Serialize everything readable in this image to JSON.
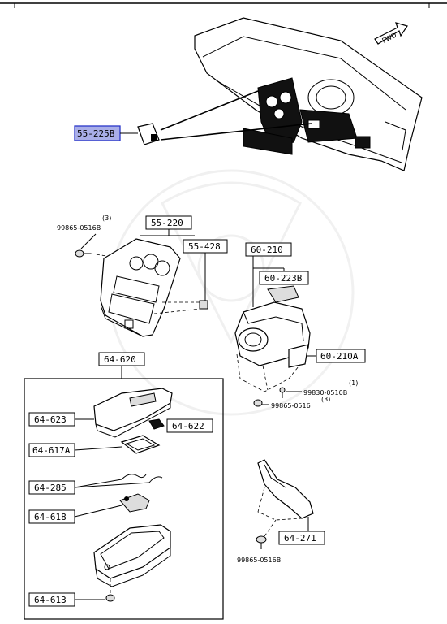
{
  "fwd_label": "FWD",
  "callouts": {
    "c_55_225B": "55-225B",
    "c_55_220": "55-220",
    "c_55_428": "55-428",
    "c_60_210": "60-210",
    "c_60_223B": "60-223B",
    "c_60_210A": "60-210A",
    "c_64_620": "64-620",
    "c_64_623": "64-623",
    "c_64_622": "64-622",
    "c_64_617A": "64-617A",
    "c_64_285": "64-285",
    "c_64_618": "64-618",
    "c_64_613": "64-613",
    "c_64_271": "64-271"
  },
  "fasteners": {
    "f1_part": "99865-0516B",
    "f1_qty": "(3)",
    "f2_part": "99830-0510B",
    "f2_qty": "(1)",
    "f3_part": "99865-0516",
    "f3_qty": "(3)",
    "f4_part": "99865-0516B"
  },
  "colors": {
    "highlight": "#a9aee8",
    "highlight_border": "#2a36c8"
  }
}
